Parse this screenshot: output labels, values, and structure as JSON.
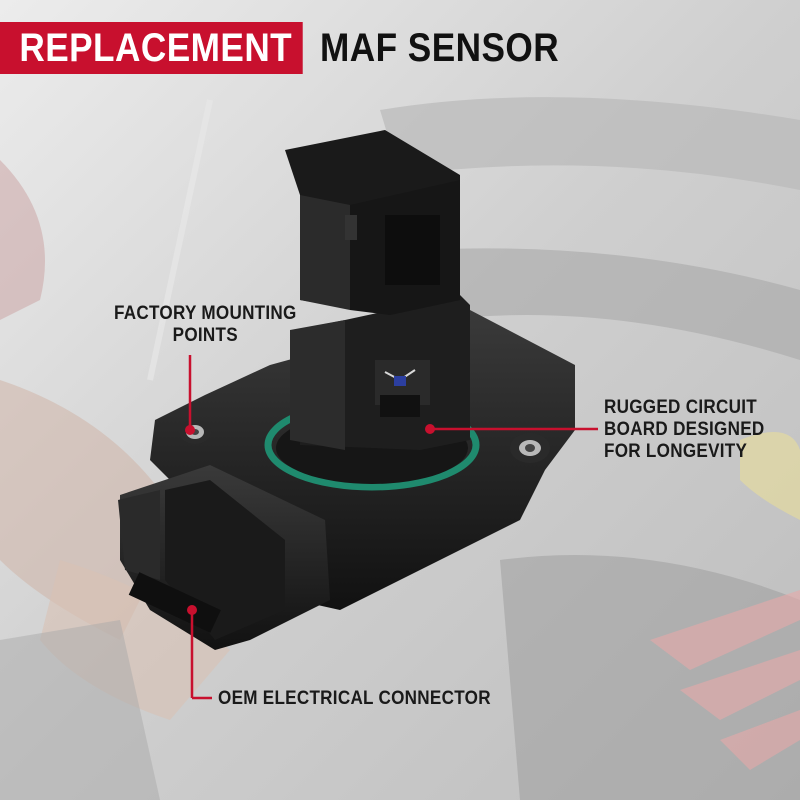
{
  "title": {
    "highlight": "REPLACEMENT",
    "rest": "MAF SENSOR"
  },
  "callouts": {
    "mounting": {
      "line1": "FACTORY MOUNTING",
      "line2": "POINTS"
    },
    "circuit": {
      "line1": "RUGGED CIRCUIT",
      "line2": "BOARD DESIGNED",
      "line3": "FOR LONGEVITY"
    },
    "connector": {
      "line1": "OEM ELECTRICAL CONNECTOR"
    }
  },
  "colors": {
    "accent": "#c8102e",
    "text": "#1a1a1a",
    "sensor_body": "#1c1c1c",
    "oring": "#1f8a6e"
  }
}
